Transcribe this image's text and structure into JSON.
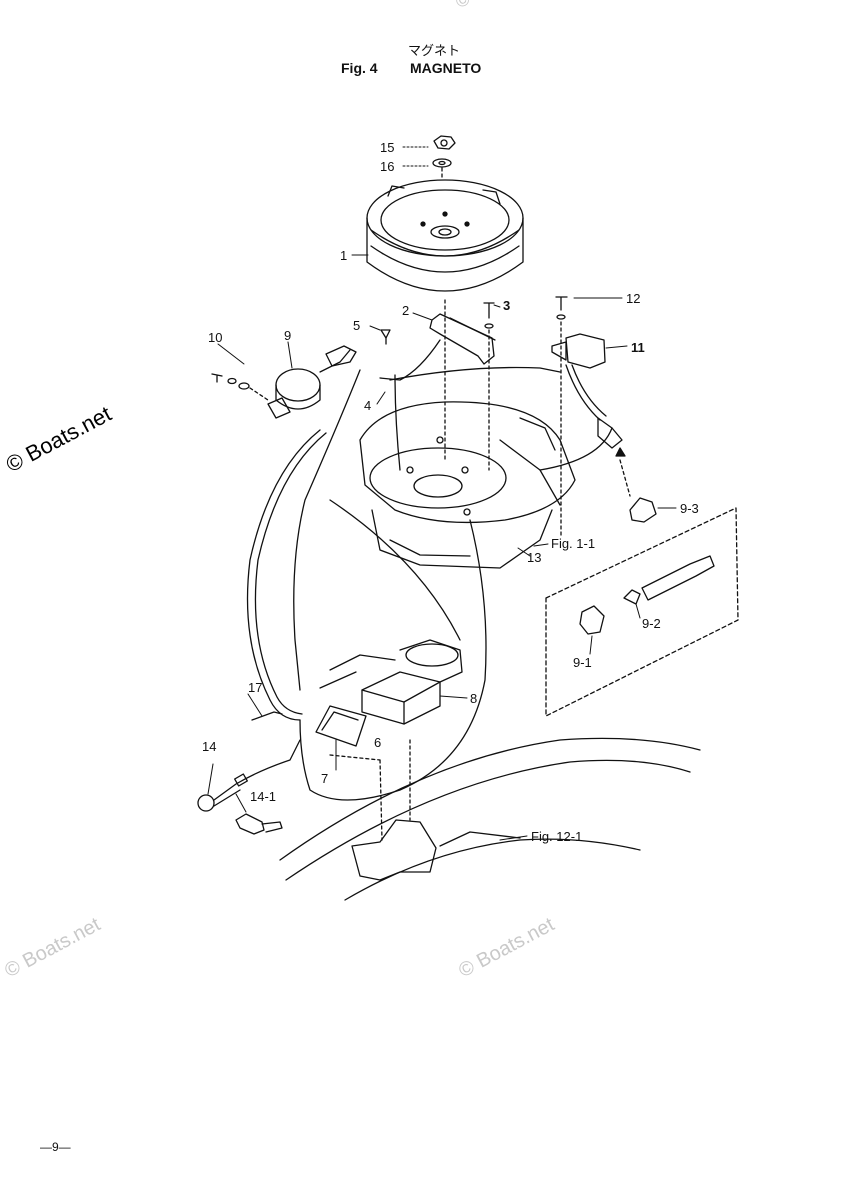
{
  "header": {
    "jp_title": "マグネト",
    "fig_label": "Fig. 4",
    "title": "MAGNETO"
  },
  "callouts": {
    "c15": "15",
    "c16": "16",
    "c1": "1",
    "c2": "2",
    "c3": "3",
    "c12": "12",
    "c5": "5",
    "c10": "10",
    "c9": "9",
    "c11": "11",
    "c4": "4",
    "c9_3": "9-3",
    "fig1_1": "Fig. 1-1",
    "c13": "13",
    "c9_2": "9-2",
    "c9_1": "9-1",
    "c17": "17",
    "c8": "8",
    "c14": "14",
    "c6": "6",
    "c7": "7",
    "c14_1": "14-1",
    "fig12_1": "Fig. 12-1"
  },
  "watermarks": {
    "main": "© Boats.net",
    "faint1": "© Boats.net",
    "faint2": "© Boats.net",
    "faint3": "© Boats.net"
  },
  "footer": {
    "page": "—9—"
  }
}
